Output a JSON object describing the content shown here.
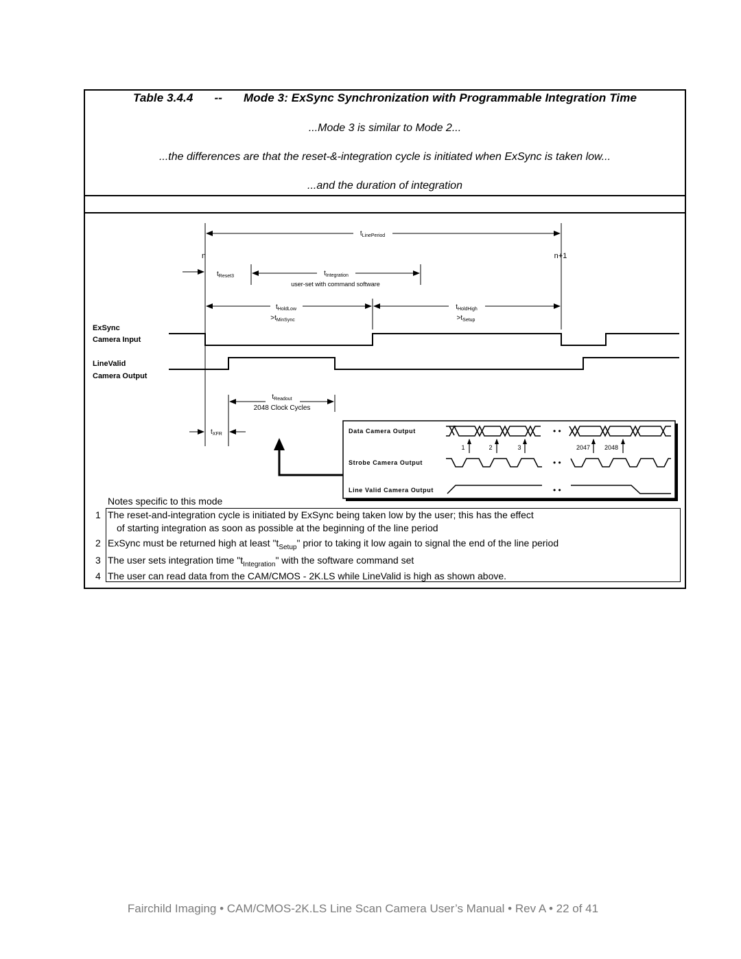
{
  "table": {
    "label": "Table 3.4.4",
    "separator": "--",
    "title": "Mode 3:  ExSync Synchronization with Programmable Integration Time",
    "lines": [
      "...Mode 3 is similar to Mode 2...",
      "...the differences are that the reset-&-integration cycle is initiated when ExSync is taken low...",
      "...and the duration of integration"
    ]
  },
  "diagram": {
    "t_line_period": {
      "t": "t",
      "sub": "LinePeriod"
    },
    "n_label": "n",
    "n1_label": "n+1",
    "t_reset3": {
      "t": "t",
      "sub": "Reset3"
    },
    "t_integration": {
      "t": "t",
      "sub": "Integration"
    },
    "integration_note": "user-set with command software",
    "t_hold_low": {
      "t": "t",
      "sub": "HoldLow"
    },
    "min_sync": {
      "t": ">t",
      "sub": "MinSync"
    },
    "t_hold_high": {
      "t": "t",
      "sub": "HoldHigh"
    },
    "setup": {
      "t": ">t",
      "sub": "Setup"
    },
    "exsync_label": "ExSync",
    "camera_input_label": "Camera Input",
    "linevalid_label": "LineValid",
    "camera_output_label": "Camera Output",
    "t_readout": {
      "t": "t",
      "sub": "Readout"
    },
    "readout_note": "2048 Clock Cycles",
    "t_xfr": {
      "t": "t",
      "sub": "XFR"
    },
    "inset": {
      "data_label": "Data Camera Output",
      "strobe_label": "Strobe Camera Output",
      "linevalid_label": "Line Valid Camera Output",
      "pixel_numbers": [
        "1",
        "2",
        "3",
        "2047",
        "2048"
      ],
      "dots": "•  •"
    }
  },
  "notes": {
    "heading": "Notes specific to this mode",
    "items": [
      {
        "num": "1",
        "text": "The reset-and-integration cycle is initiated by ExSync being taken low by the user; this has the effect",
        "text2": "of starting integration as soon as possible at the beginning of the line period"
      },
      {
        "num": "2",
        "pre": "ExSync must be returned high at least \"t",
        "sub": "Setup",
        "post": "\" prior to taking it low again to signal the end of the line period"
      },
      {
        "num": "3",
        "pre": "The user sets integration time \"t",
        "sub": "Integration",
        "post": "\" with the software command set"
      },
      {
        "num": "4",
        "text": "The user can read data from the CAM/CMOS - 2K.LS while LineValid is high as shown above."
      }
    ]
  },
  "footer": "Fairchild Imaging • CAM/CMOS-2K.LS Line Scan Camera User’s Manual • Rev A • 22 of 41"
}
